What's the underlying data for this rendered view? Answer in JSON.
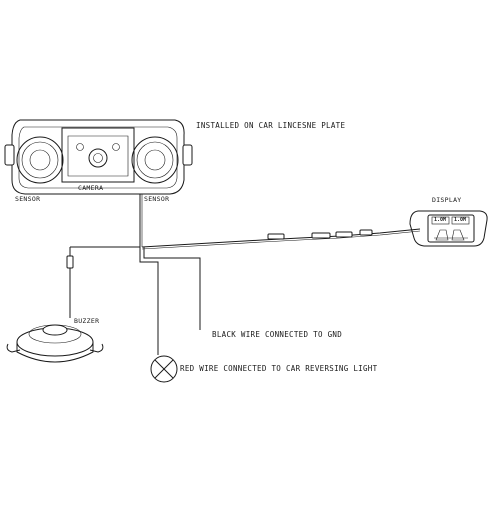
{
  "labels": {
    "installed": "INSTALLED ON CAR LINCESNE PLATE",
    "sensor_left": "SENSOR",
    "sensor_right": "SENSOR",
    "camera": "CAMERA",
    "display": "DISPLAY",
    "display_reading_left": "1.0M",
    "display_reading_right": "1.0M",
    "buzzer": "BUZZER",
    "black_wire": "BLACK WIRE CONNECTED TO GND",
    "red_wire": "RED WIRE CONNECTED TO CAR REVERSING LIGHT"
  }
}
